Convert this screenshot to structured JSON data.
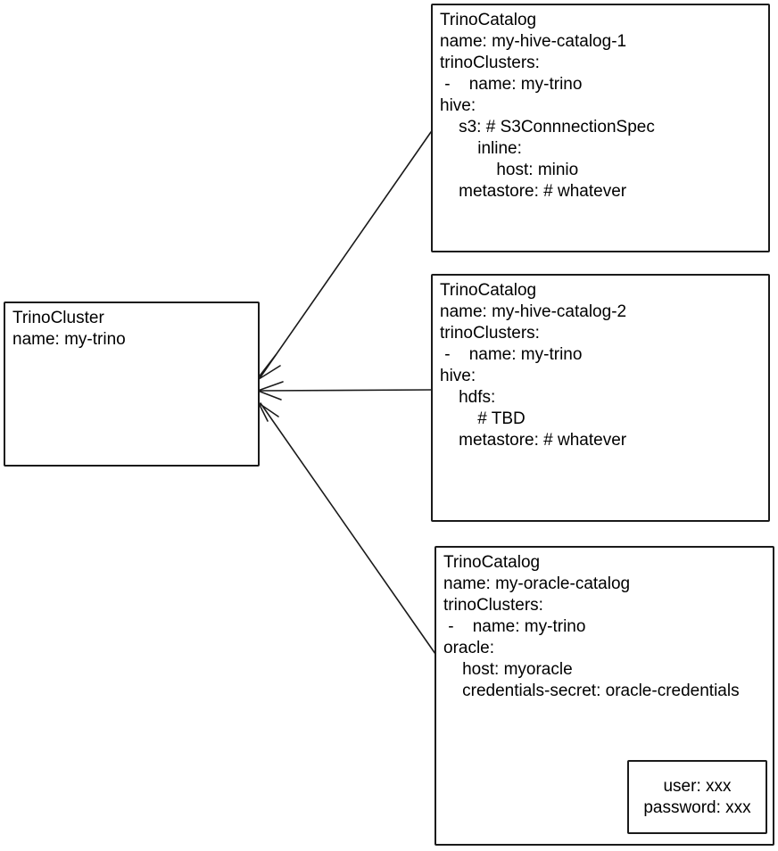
{
  "diagram": {
    "title": "TrinoCluster / TrinoCatalog relationship diagram",
    "colors": {
      "stroke": "#1a1a1a",
      "background": "#ffffff",
      "text": "#000000"
    },
    "cluster_box": {
      "lines": [
        "TrinoCluster",
        "name: my-trino"
      ]
    },
    "catalog_boxes": [
      {
        "id": "catalog-1",
        "lines": [
          "TrinoCatalog",
          "name: my-hive-catalog-1",
          "trinoClusters:",
          " -    name: my-trino",
          "hive:",
          "    s3: # S3ConnnectionSpec",
          "        inline:",
          "            host: minio",
          "    metastore: # whatever"
        ]
      },
      {
        "id": "catalog-2",
        "lines": [
          "TrinoCatalog",
          "name: my-hive-catalog-2",
          "trinoClusters:",
          " -    name: my-trino",
          "hive:",
          "    hdfs:",
          "        # TBD",
          "    metastore: # whatever"
        ]
      },
      {
        "id": "catalog-3",
        "lines": [
          "TrinoCatalog",
          "name: my-oracle-catalog",
          "trinoClusters:",
          " -    name: my-trino",
          "oracle:",
          "    host: myoracle",
          "    credentials-secret: oracle-credentials"
        ]
      }
    ],
    "secret_box": {
      "lines": [
        "user: xxx",
        "password: xxx"
      ]
    }
  }
}
